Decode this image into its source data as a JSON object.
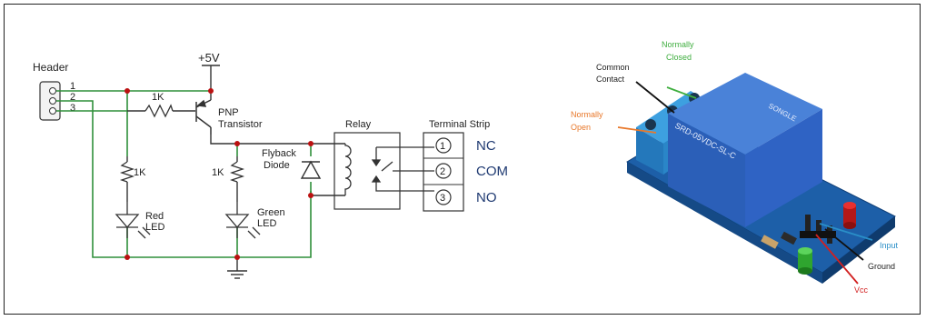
{
  "schematic": {
    "header": "Header",
    "pins": [
      "1",
      "2",
      "3"
    ],
    "supply": "+5V",
    "resistor_base": "1K",
    "transistor_line1": "PNP",
    "transistor_line2": "Transistor",
    "resistor_red": "1K",
    "resistor_green": "1K",
    "red_led_line1": "Red",
    "red_led_line2": "LED",
    "green_led_line1": "Green",
    "green_led_line2": "LED",
    "flyback_line1": "Flyback",
    "flyback_line2": "Diode",
    "relay": "Relay",
    "terminal_strip": "Terminal Strip",
    "terminals": [
      "NC",
      "COM",
      "NO"
    ],
    "terminal_numbers": [
      "1",
      "2",
      "3"
    ]
  },
  "photo": {
    "normally_closed_line1": "Normally",
    "normally_closed_line2": "Closed",
    "common_line1": "Common",
    "common_line2": "Contact",
    "normally_open_line1": "Normally",
    "normally_open_line2": "Open",
    "input": "Input",
    "ground": "Ground",
    "vcc": "Vcc",
    "relay_brand": "SONGLE",
    "relay_model": "SRD-05VDC-SL-C",
    "colors": {
      "normally_closed": "#3fae3f",
      "normally_open": "#e8782a",
      "input": "#2a8fc8",
      "vcc": "#d22020",
      "relay_body": "#2f63c4",
      "terminal_block": "#2a86c8",
      "pcb": "#1d5fa8"
    }
  }
}
